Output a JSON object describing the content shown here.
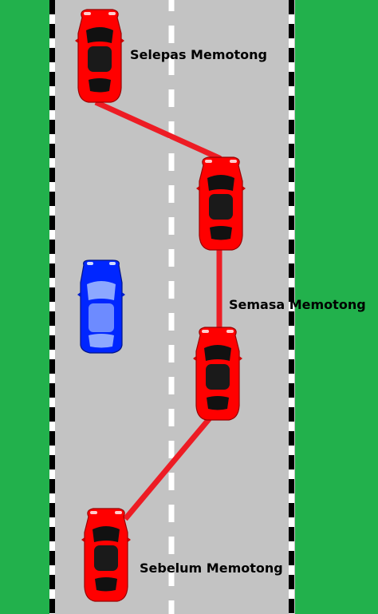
{
  "labels": {
    "after": "Selepas Memotong",
    "during": "Semasa Memotong",
    "before": "Sebelum Memotong"
  },
  "colors": {
    "grass": "#22b14c",
    "road": "#c3c3c3",
    "edge_dash": "#000000",
    "center_dash": "#ffffff",
    "path_line": "#ed1c24",
    "overtaking_car": "#ff0000",
    "overtaken_car": "#0026ff"
  }
}
